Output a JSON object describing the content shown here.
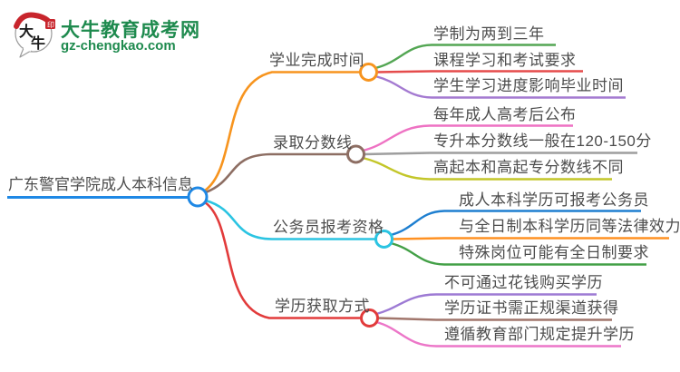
{
  "header": {
    "logo_chars": {
      "top": "大",
      "bottom": "牛"
    },
    "brand_title": "大牛教育成考网",
    "brand_domain": "gz-chengkao.com",
    "brand_color": "#1e8a4e"
  },
  "mindmap": {
    "root": {
      "label": "广东警官学院成人本科信息",
      "color": "#1e88e5"
    },
    "branches": [
      {
        "label": "学业完成时间",
        "color": "#f7941e",
        "children": [
          {
            "label": "学制为两到三年",
            "color": "#53a653"
          },
          {
            "label": "课程学习和考试要求",
            "color": "#e54c4c"
          },
          {
            "label": "学生学习进度影响毕业时间",
            "color": "#a47ad1"
          }
        ]
      },
      {
        "label": "录取分数线",
        "color": "#8d6e63",
        "children": [
          {
            "label": "每年成人高考后公布",
            "color": "#ee72c3"
          },
          {
            "label": "专升本分数线一般在120-150分",
            "color": "#9e9e9e"
          },
          {
            "label": "高起本和高起专分数线不同",
            "color": "#c3c629"
          }
        ]
      },
      {
        "label": "公务员报考资格",
        "color": "#2bc4e2",
        "children": [
          {
            "label": "成人本科学历可报考公务员",
            "color": "#1e7fd0"
          },
          {
            "label": "与全日制本科学历同等法律效力",
            "color": "#ff9122"
          },
          {
            "label": "特殊岗位可能有全日制要求",
            "color": "#43a047"
          }
        ]
      },
      {
        "label": "学历获取方式",
        "color": "#e23b3b",
        "children": [
          {
            "label": "不可通过花钱购买学历",
            "color": "#9d7ad4"
          },
          {
            "label": "学历证书需正规渠道获得",
            "color": "#a1766c"
          },
          {
            "label": "遵循教育部门规定提升学历",
            "color": "#ec76c8"
          }
        ]
      }
    ]
  }
}
